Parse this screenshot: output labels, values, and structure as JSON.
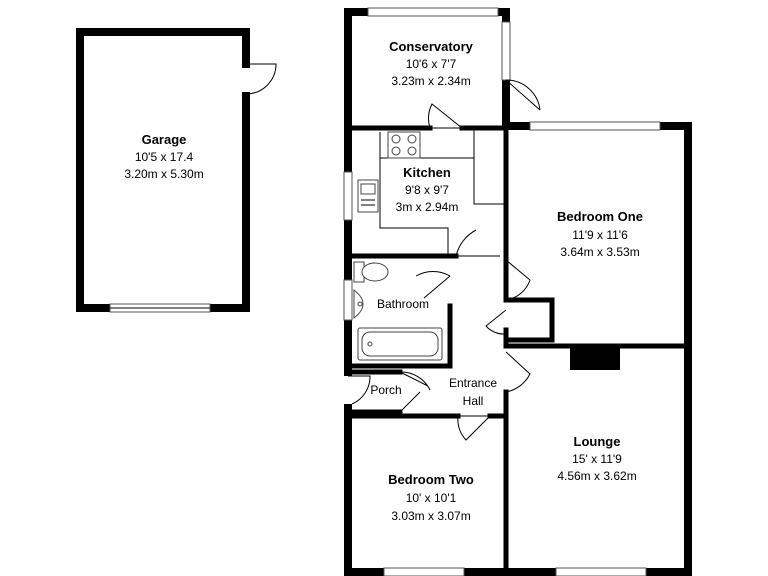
{
  "rooms": {
    "garage": {
      "name": "Garage",
      "imperial": "10'5 x 17.4",
      "metric": "3.20m x 5.30m"
    },
    "conservatory": {
      "name": "Conservatory",
      "imperial": "10'6 x 7'7",
      "metric": "3.23m x 2.34m"
    },
    "kitchen": {
      "name": "Kitchen",
      "imperial": "9'8 x 9'7",
      "metric": "3m x 2.94m"
    },
    "bedroom_one": {
      "name": "Bedroom One",
      "imperial": "11'9 x 11'6",
      "metric": "3.64m x 3.53m"
    },
    "bathroom": {
      "name": "Bathroom"
    },
    "porch": {
      "name": "Porch"
    },
    "entrance_hall": {
      "line1": "Entrance",
      "line2": "Hall"
    },
    "lounge": {
      "name": "Lounge",
      "imperial": "15' x 11'9",
      "metric": "4.56m x 3.62m"
    },
    "bedroom_two": {
      "name": "Bedroom Two",
      "imperial": "10' x 10'1",
      "metric": "3.03m x 3.07m"
    }
  }
}
